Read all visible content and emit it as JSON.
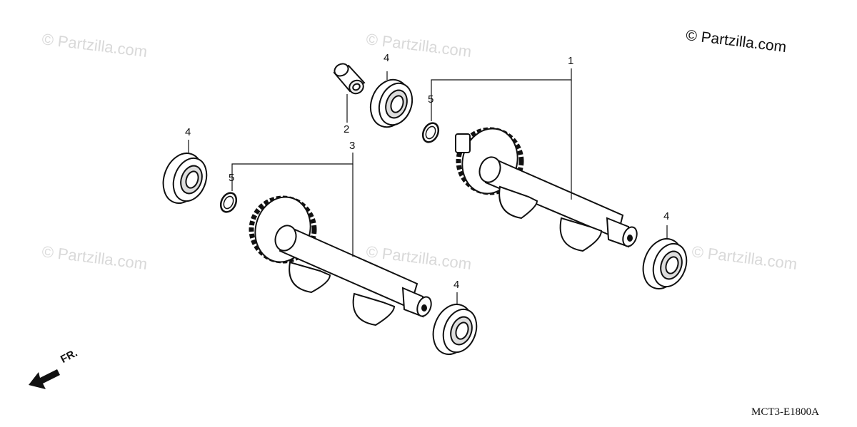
{
  "copyright": "© Partzilla.com",
  "watermark": "© Partzilla.com",
  "diagram_code": "MCT3-E1800A",
  "front_label": "FR.",
  "callouts": {
    "c1": "1",
    "c2": "2",
    "c3": "3",
    "c4a": "4",
    "c4b": "4",
    "c4c": "4",
    "c4d": "4",
    "c5a": "5",
    "c5b": "5"
  },
  "icons": {
    "front_arrow": "arrow-down-left-icon"
  }
}
